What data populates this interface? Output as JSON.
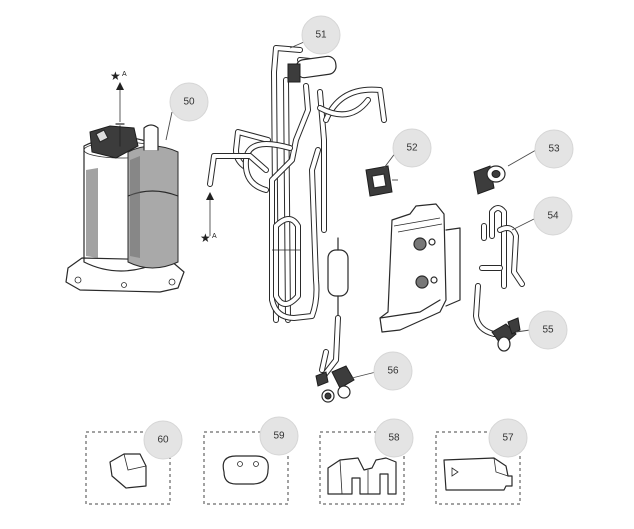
{
  "callouts": [
    {
      "id": "50",
      "label": "50"
    },
    {
      "id": "51",
      "label": "51"
    },
    {
      "id": "52",
      "label": "52"
    },
    {
      "id": "53",
      "label": "53"
    },
    {
      "id": "54",
      "label": "54"
    },
    {
      "id": "55",
      "label": "55"
    },
    {
      "id": "56",
      "label": "56"
    },
    {
      "id": "57",
      "label": "57"
    },
    {
      "id": "58",
      "label": "58"
    },
    {
      "id": "59",
      "label": "59"
    },
    {
      "id": "60",
      "label": "60"
    }
  ],
  "markers": {
    "star_symbol": "★",
    "ref_letter": "A"
  },
  "colors": {
    "bubble": "#e4e4e4",
    "line": "#2a2a2a",
    "shade": "#8a8a8a"
  }
}
